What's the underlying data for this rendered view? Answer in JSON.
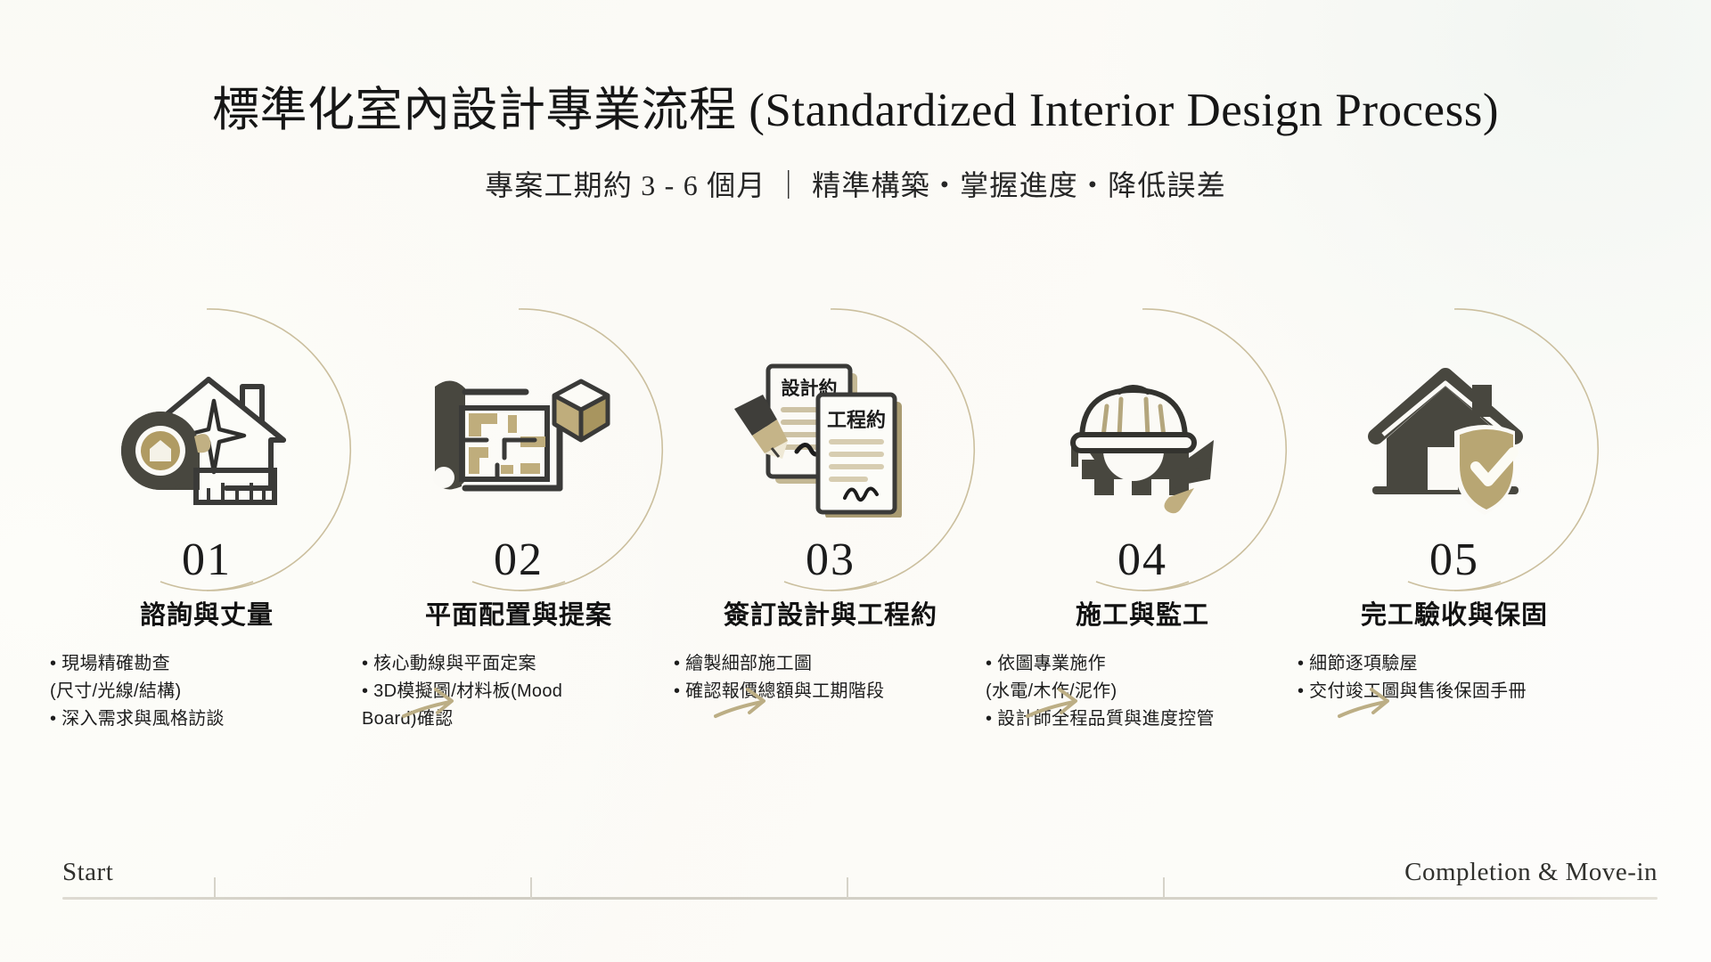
{
  "header": {
    "title": "標準化室內設計專業流程 (Standardized Interior Design Process)",
    "subtitle": "專案工期約 3 - 6 個月 ｜ 精準構築・掌握進度・降低誤差"
  },
  "colors": {
    "gold": "#b5a06a",
    "gold_light": "#c9b887",
    "dark": "#3e3e3b",
    "ink": "#121212",
    "ring": "#cbbf9e",
    "background": "#fbfaf6",
    "timeline": "#d6d3c9"
  },
  "steps": [
    {
      "number": "01",
      "title": "諮詢與丈量",
      "icon": "tape-measure-house-icon",
      "bullets": [
        "•   現場精確勘查",
        "(尺寸/光線/結構)",
        "• 深入需求與風格訪談"
      ]
    },
    {
      "number": "02",
      "title": "平面配置與提案",
      "icon": "blueprint-floorplan-cube-icon",
      "bullets": [
        "•   核心動線與平面定案",
        "• 3D模擬圖/材料板(Mood",
        "Board)確認"
      ]
    },
    {
      "number": "03",
      "title": "簽訂設計與工程約",
      "icon": "contract-signing-pen-icon",
      "bullets": [
        "•   繪製細部施工圖",
        "• 確認報價總額與工期階段"
      ]
    },
    {
      "number": "04",
      "title": "施工與監工",
      "icon": "hardhat-gear-trowel-icon",
      "bullets": [
        "•   依圖專業施作",
        "(水電/木作/泥作)",
        "• 設計師全程品質與進度控管"
      ]
    },
    {
      "number": "05",
      "title": "完工驗收與保固",
      "icon": "house-shield-check-icon",
      "bullets": [
        "•   細節逐項驗屋",
        "• 交付竣工圖與售後保固手冊"
      ]
    }
  ],
  "icon_labels": {
    "contract_front": "工程約",
    "contract_back": "設計約"
  },
  "timeline": {
    "start_label": "Start",
    "end_label": "Completion & Move-in",
    "tick_count": 4
  }
}
